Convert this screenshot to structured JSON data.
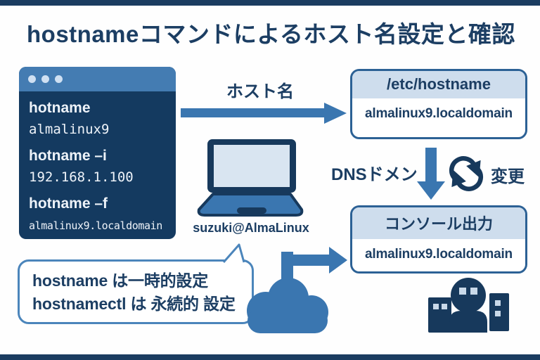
{
  "title": "hostnameコマンドによるホスト名設定と確認",
  "terminal": {
    "lines": [
      {
        "text": "hotname"
      },
      {
        "text": "almalinux9"
      },
      {
        "text": "hotname –i"
      },
      {
        "text": "192.168.1.100"
      },
      {
        "text": "hotname –f"
      },
      {
        "text": "almalinux9.localdomain"
      }
    ]
  },
  "labels": {
    "hostname_arrow": "ホスト名",
    "dns": "DNSドメン",
    "change": "変更",
    "laptop_user": "suzuki@AlmaLinux"
  },
  "etc_box": {
    "header": "/etc/hostname",
    "value": "almalinux9.localdomain"
  },
  "console_box": {
    "header": "コンソール出力",
    "value": "almalinux9.localdomain"
  },
  "speech_bubble": {
    "line1": "hostname は一時的設定",
    "line2": "hostnamectl は 永続的 設定"
  },
  "colors": {
    "navy": "#17395c",
    "terminal_bg": "#143a60",
    "terminal_header": "#447cb2",
    "arrow_blue": "#3a76b0",
    "box_border": "#2c6195",
    "box_header_fill": "#cedded",
    "bubble_border": "#4b85bb",
    "screen_fill": "#d9e5f1",
    "text_navy": "#1c3e63"
  }
}
